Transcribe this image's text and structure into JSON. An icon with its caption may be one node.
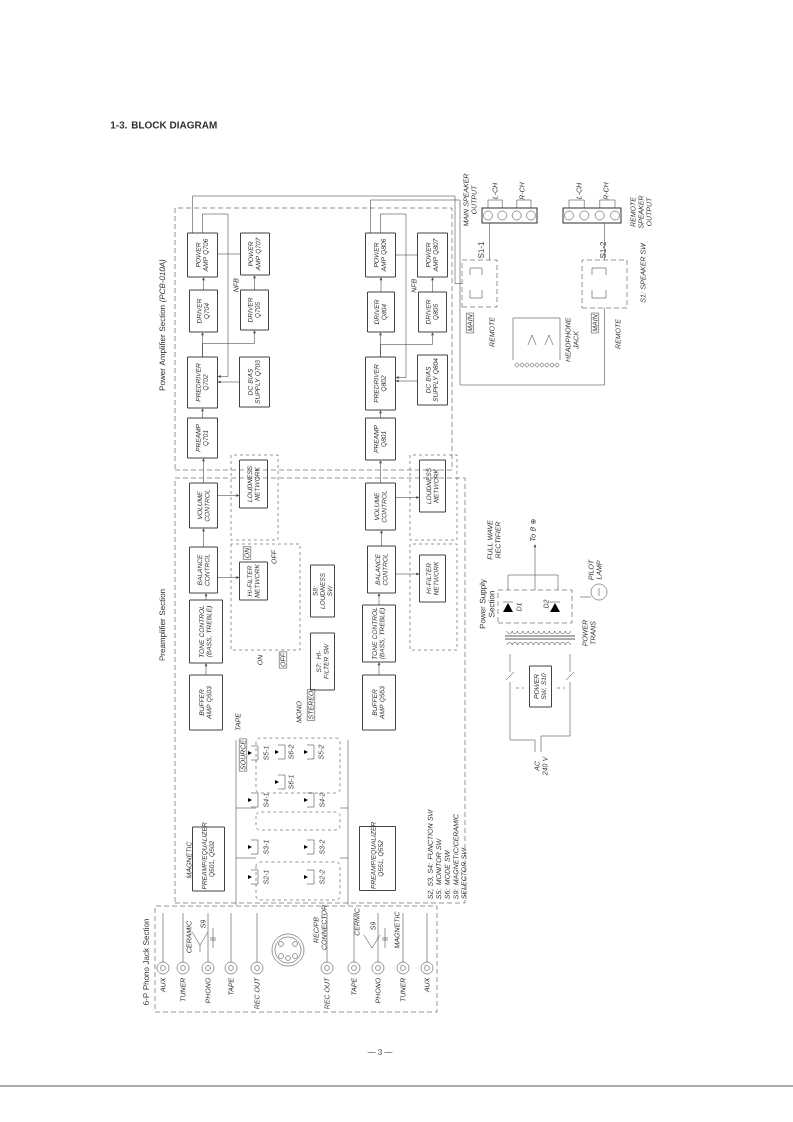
{
  "diagram": {
    "title": "1-3. BLOCK DIAGRAM",
    "nodes": [
      {
        "text": [
          "Power Amplifier Section *(PCB-010A)*"
        ]
      },
      {
        "text": [
          "POWER AMP Q706"
        ],
        "in": 0
      },
      {
        "text": [
          "POWER AMP Q707"
        ],
        "in": 0
      },
      {
        "text": [
          "DRIVER Q704"
        ],
        "in": 0
      },
      {
        "text": [
          "DRIVER Q705"
        ],
        "in": 0
      },
      {
        "text": [
          "PREDRIVER Q702"
        ],
        "in": 0
      },
      {
        "text": [
          "DC BIAS SUPPLY Q703"
        ],
        "in": 0
      },
      {
        "text": [
          "PREAMP Q701"
        ],
        "in": 0
      },
      {
        "text": [
          "POWER AMP Q806"
        ],
        "in": 0
      },
      {
        "text": [
          "POWER AMP Q807"
        ],
        "in": 0
      },
      {
        "text": [
          "DRIVER Q804"
        ],
        "in": 0
      },
      {
        "text": [
          "DRIVER Q805"
        ],
        "in": 0
      },
      {
        "text": [
          "PREDRIVER Q802"
        ],
        "in": 0
      },
      {
        "text": [
          "DC BIAS SUPPLY Q804"
        ],
        "in": 0
      },
      {
        "text": [
          "PREAMP Q801"
        ],
        "in": 0
      },
      {
        "text": [
          "Preamplifier Section"
        ]
      },
      {
        "text": [
          "VOLUME CONTROL"
        ],
        "in": 15
      },
      {
        "text": [
          "LOUDNESS NETWORK"
        ],
        "in": 15
      },
      {
        "text": [
          "BALANCE CONTROL"
        ],
        "in": 15
      },
      {
        "text": [
          "HI-FILTER NETWORK"
        ],
        "in": 15
      },
      {
        "text": [
          "TONE CONTROL (BASS, TREBLE)"
        ],
        "in": 15
      },
      {
        "text": [
          "BUFFER AMP Q503"
        ],
        "in": 15
      },
      {
        "text": [
          "S8: LOUDNESS SW"
        ],
        "in": 15
      },
      {
        "text": [
          "S7: HI-FILTER SW"
        ],
        "in": 15
      },
      {
        "text": [
          "VOLUME CONTROL"
        ],
        "in": 15
      },
      {
        "text": [
          "LOUDNESS NETWORK"
        ],
        "in": 15
      },
      {
        "text": [
          "BALANCE CONTROL"
        ],
        "in": 15
      },
      {
        "text": [
          "HI-FILTER NETWORK"
        ],
        "in": 15
      },
      {
        "text": [
          "TONE CONTROL (BASS, TREBLE)"
        ],
        "in": 15
      },
      {
        "text": [
          "BUFFER AMP Q553"
        ],
        "in": 15
      },
      {
        "text": [
          "PREAMP/EQUALIZER Q501, Q502"
        ],
        "in": 15
      },
      {
        "text": [
          "PREAMP/EQUALIZER Q551, Q552"
        ],
        "in": 15
      },
      {
        "text": [
          "6-P Phono Jack Section"
        ]
      },
      {
        "text": [
          "Power Supply Section"
        ]
      },
      {
        "text": [
          "POWER SW, S10"
        ]
      },
      {
        "text": [
          "To B ⊕"
        ]
      },
      {
        "text": [],
        "shape": "box"
      },
      {
        "text": [],
        "shape": "box"
      },
      {
        "text": [
          "S1-1"
        ]
      },
      {
        "text": [
          "S1-2"
        ]
      }
    ],
    "edges": [
      {
        "from": 21,
        "to": 20,
        "arrow": "to"
      },
      {
        "from": 20,
        "to": 18,
        "arrow": "to"
      },
      {
        "from": 18,
        "to": 16,
        "arrow": "to"
      },
      {
        "from": 16,
        "to": 7,
        "arrow": "to"
      },
      {
        "from": 7,
        "to": 5,
        "arrow": "to"
      },
      {
        "from": 5,
        "to": 3,
        "arrow": "to"
      },
      {
        "from": 3,
        "to": 1,
        "arrow": "to"
      },
      {
        "from": 5,
        "to": 4,
        "arrow": "to"
      },
      {
        "from": 4,
        "to": 2,
        "arrow": "to"
      },
      {
        "from": 6,
        "to": 5,
        "arrow": "to"
      },
      {
        "from": 1,
        "to": 5,
        "arrow": "to",
        "label": "NFB"
      },
      {
        "from": 16,
        "to": 17,
        "arrow": "to"
      },
      {
        "from": 18,
        "to": 19,
        "arrow": "to"
      },
      {
        "from": 1,
        "to": 2,
        "arrow": "none"
      },
      {
        "from": 29,
        "to": 28,
        "arrow": "to"
      },
      {
        "from": 28,
        "to": 26,
        "arrow": "to"
      },
      {
        "from": 26,
        "to": 24,
        "arrow": "to"
      },
      {
        "from": 24,
        "to": 14,
        "arrow": "to"
      },
      {
        "from": 14,
        "to": 12,
        "arrow": "to"
      },
      {
        "from": 12,
        "to": 10,
        "arrow": "to"
      },
      {
        "from": 10,
        "to": 8,
        "arrow": "to"
      },
      {
        "from": 12,
        "to": 11,
        "arrow": "to"
      },
      {
        "from": 11,
        "to": 9,
        "arrow": "to"
      },
      {
        "from": 13,
        "to": 12,
        "arrow": "to"
      },
      {
        "from": 8,
        "to": 12,
        "arrow": "to",
        "label": "NFB"
      },
      {
        "from": 24,
        "to": 25,
        "arrow": "to"
      },
      {
        "from": 26,
        "to": 27,
        "arrow": "to"
      },
      {
        "from": 8,
        "to": 9,
        "arrow": "none"
      },
      {
        "from": 33,
        "to": 35,
        "arrow": "to"
      },
      {
        "from": 1,
        "to": 38,
        "arrow": "none"
      },
      {
        "from": 8,
        "to": 39,
        "arrow": "none"
      },
      {
        "from": 38,
        "to": 36,
        "arrow": "none"
      },
      {
        "from": 39,
        "to": 37,
        "arrow": "none"
      }
    ],
    "labels": [
      "ON",
      "OFF",
      "ON",
      "OFF",
      "TAPE",
      "MONO",
      "STEREO",
      "SOURCE",
      "S5-1",
      "S6-2",
      "S5-2",
      "S6-1",
      "S4-1",
      "S4-2",
      "S3-1",
      "S3-2",
      "S2-1",
      "S2-2",
      "MAGNETIC",
      "CERAMIC",
      "S9",
      "CERMIC",
      "S9",
      "MAGNETIC",
      "S2, S3, S4: FUNCTION SW",
      "S5: MONITOR SW",
      "S6: MODE SW",
      "S9: MAGNETIC/CERAMIC SELECTOR SW",
      "L-CH",
      "R-CH",
      "L-CH",
      "R-CH",
      "MAIN",
      "REMOTE",
      "MAIN",
      "REMOTE",
      "S1: SPEAKER SW",
      "FULL WAVE RECTIFIER",
      "D1",
      "D2",
      "POWER TRANS",
      "AC 240 V",
      "— 3 —",
      "AUX",
      "TUNER",
      "PHONO",
      "TAPE",
      "REC OUT",
      "REC OUT",
      "TAPE",
      "PHONO",
      "TUNER",
      "AUX",
      "REC/PB CONNECTOR",
      "MAIN SPEAKER OUTPUT",
      "REMOTE SPEAKER OUTPUT",
      "HEADPHONE JACK",
      "PILOT LAMP"
    ]
  }
}
